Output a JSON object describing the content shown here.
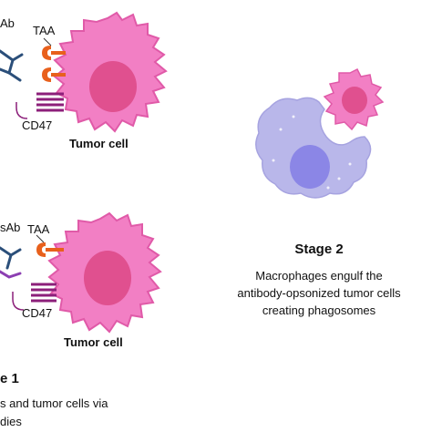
{
  "top_panel": {
    "antibody_label": "Ab",
    "taa_label": "TAA",
    "cd47_label": "CD47",
    "cell_label": "Tumor cell"
  },
  "bottom_panel": {
    "antibody_label": "sAb",
    "taa_label": "TAA",
    "cd47_label": "CD47",
    "cell_label": "Tumor cell"
  },
  "stage1": {
    "title": "e 1",
    "line1": "s and tumor cells via",
    "line2": "dies"
  },
  "stage2": {
    "title": "Stage 2",
    "line1": "Macrophages engulf the",
    "line2": "antibody-opsonized tumor cells",
    "line3": "creating phagosomes"
  },
  "colors": {
    "tumor_cell": "#f27fc4",
    "tumor_outline": "#e05aa8",
    "nucleus": "#e0508f",
    "macrophage": "#b9b7ea",
    "macrophage_nucleus": "#8b86e6",
    "taa": "#e8601c",
    "cd47": "#8c1f7a",
    "antibody": "#2b4f7a"
  }
}
